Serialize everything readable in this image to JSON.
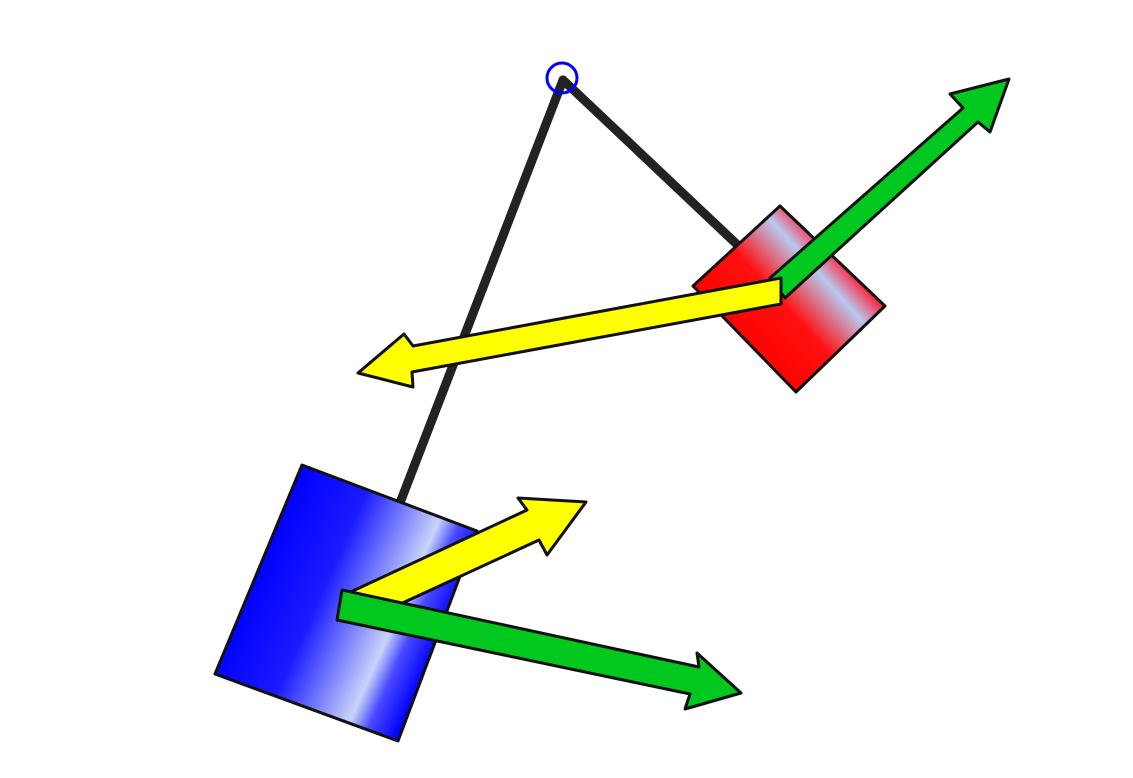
{
  "diagram": {
    "pivot": {
      "shape": "circle",
      "color": "#0000ff"
    },
    "rods": {
      "color": "#222222"
    },
    "blocks": [
      {
        "id": "blue-block",
        "base_color": "#0000ff",
        "highlight_color": "#c8d4f8"
      },
      {
        "id": "red-block",
        "base_color": "#ff0000",
        "highlight_color": "#b8c8f0"
      }
    ],
    "vectors": [
      {
        "id": "red-block-green-vector",
        "color": "#00c81e"
      },
      {
        "id": "red-block-yellow-vector",
        "color": "#ffff00"
      },
      {
        "id": "blue-block-yellow-vector",
        "color": "#ffff00"
      },
      {
        "id": "blue-block-green-vector",
        "color": "#00c81e"
      }
    ]
  }
}
